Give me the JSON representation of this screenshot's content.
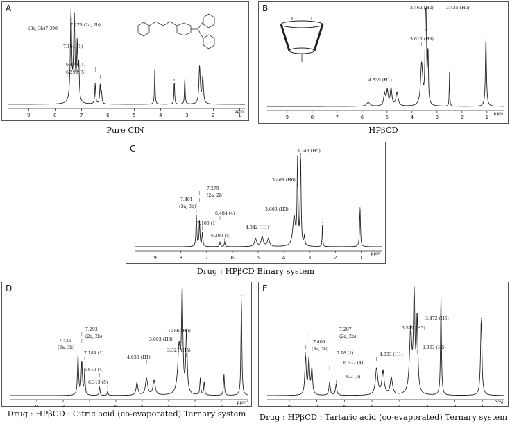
{
  "panels": [
    {
      "letter": "A",
      "caption": "Pure CIN",
      "x_ticks": [
        "9",
        "8",
        "7",
        "6",
        "5",
        "4",
        "3",
        "2",
        "1"
      ],
      "x_unit": "ppm",
      "peaks": [
        {
          "ppm": 7.398,
          "height": 0.97,
          "width": 0.03
        },
        {
          "ppm": 7.273,
          "height": 0.93,
          "width": 0.03
        },
        {
          "ppm": 7.161,
          "height": 0.6,
          "width": 0.025
        },
        {
          "ppm": 7.1,
          "height": 0.35,
          "width": 0.02
        },
        {
          "ppm": 6.479,
          "height": 0.22,
          "width": 0.02
        },
        {
          "ppm": 6.293,
          "height": 0.2,
          "width": 0.02
        },
        {
          "ppm": 6.24,
          "height": 0.12,
          "width": 0.02
        },
        {
          "ppm": 4.22,
          "height": 0.37,
          "width": 0.015
        },
        {
          "ppm": 3.48,
          "height": 0.26,
          "width": 0.015
        },
        {
          "ppm": 3.08,
          "height": 0.3,
          "width": 0.015
        },
        {
          "ppm": 2.52,
          "height": 0.4,
          "width": 0.03
        },
        {
          "ppm": 2.4,
          "height": 0.28,
          "width": 0.03
        }
      ],
      "annotations": [
        {
          "text": "(3a, 3b)7.398",
          "ppm": 7.398
        },
        {
          "text": "7.273 (2a, 2b)",
          "ppm": 7.273
        },
        {
          "text": "7.161 (1)",
          "ppm": 7.161
        },
        {
          "text": "6.479 (4)",
          "ppm": 6.479
        },
        {
          "text": "6.293 (5)",
          "ppm": 6.293
        }
      ]
    },
    {
      "letter": "B",
      "caption": "HPβCD",
      "x_ticks": [
        "9",
        "8",
        "7",
        "6",
        "5",
        "4",
        "3",
        "2",
        "1"
      ],
      "x_unit": "ppm",
      "peaks": [
        {
          "ppm": 5.75,
          "height": 0.04,
          "width": 0.08
        },
        {
          "ppm": 5.1,
          "height": 0.13,
          "width": 0.04
        },
        {
          "ppm": 4.99,
          "height": 0.16,
          "width": 0.04
        },
        {
          "ppm": 4.839,
          "height": 0.18,
          "width": 0.04
        },
        {
          "ppm": 4.6,
          "height": 0.14,
          "width": 0.05
        },
        {
          "ppm": 3.615,
          "height": 0.44,
          "width": 0.05
        },
        {
          "ppm": 3.462,
          "height": 0.86,
          "width": 0.02
        },
        {
          "ppm": 3.435,
          "height": 0.8,
          "width": 0.02
        },
        {
          "ppm": 3.36,
          "height": 0.55,
          "width": 0.02
        },
        {
          "ppm": 2.5,
          "height": 0.36,
          "width": 0.012
        },
        {
          "ppm": 1.04,
          "height": 0.72,
          "width": 0.025
        }
      ],
      "annotations": [
        {
          "text": "3.462 (H2)",
          "ppm": 3.462
        },
        {
          "text": "3.435 (H5)",
          "ppm": 3.435
        },
        {
          "text": "3.615 (H3)",
          "ppm": 3.615
        },
        {
          "text": "4.839 (H1)",
          "ppm": 4.839
        }
      ]
    },
    {
      "letter": "C",
      "caption": "Drug : HPβCD Binary system",
      "x_ticks": [
        "9",
        "8",
        "7",
        "6",
        "5",
        "4",
        "3",
        "2",
        "1"
      ],
      "x_unit": "ppm",
      "peaks": [
        {
          "ppm": 7.401,
          "height": 0.32,
          "width": 0.02
        },
        {
          "ppm": 7.279,
          "height": 0.26,
          "width": 0.02
        },
        {
          "ppm": 7.165,
          "height": 0.14,
          "width": 0.02
        },
        {
          "ppm": 6.484,
          "height": 0.05,
          "width": 0.02
        },
        {
          "ppm": 6.299,
          "height": 0.05,
          "width": 0.02
        },
        {
          "ppm": 5.1,
          "height": 0.08,
          "width": 0.05
        },
        {
          "ppm": 4.842,
          "height": 0.1,
          "width": 0.05
        },
        {
          "ppm": 4.6,
          "height": 0.08,
          "width": 0.05
        },
        {
          "ppm": 3.603,
          "height": 0.3,
          "width": 0.06
        },
        {
          "ppm": 3.468,
          "height": 0.9,
          "width": 0.02
        },
        {
          "ppm": 3.348,
          "height": 0.96,
          "width": 0.02
        },
        {
          "ppm": 3.2,
          "height": 0.1,
          "width": 0.02
        },
        {
          "ppm": 2.5,
          "height": 0.25,
          "width": 0.012
        },
        {
          "ppm": 1.04,
          "height": 0.4,
          "width": 0.02
        }
      ],
      "annotations": [
        {
          "text": "7.401",
          "ppm": 7.401
        },
        {
          "text": "(3a, 3b)",
          "ppm": 7.401
        },
        {
          "text": "7.279",
          "ppm": 7.279
        },
        {
          "text": "(2a, 2b)",
          "ppm": 7.279
        },
        {
          "text": "7.165 (1)",
          "ppm": 7.165
        },
        {
          "text": "6.484 (4)",
          "ppm": 6.484
        },
        {
          "text": "6.299 (5)",
          "ppm": 6.299
        },
        {
          "text": "4.842 (H1)",
          "ppm": 4.842
        },
        {
          "text": "3.603 (H3)",
          "ppm": 3.603
        },
        {
          "text": "3.468 (H6)",
          "ppm": 3.468
        },
        {
          "text": "3.348 (H5)",
          "ppm": 3.348
        }
      ]
    },
    {
      "letter": "D",
      "caption": "Drug : HPβCD : Citric acid (co-evaporated) Ternary system",
      "x_ticks": [
        "9",
        "8",
        "7",
        "6",
        "5",
        "4",
        "3",
        "2",
        "1"
      ],
      "x_unit": "ppm",
      "peaks": [
        {
          "ppm": 7.436,
          "height": 0.38,
          "width": 0.025
        },
        {
          "ppm": 7.293,
          "height": 0.32,
          "width": 0.025
        },
        {
          "ppm": 7.184,
          "height": 0.22,
          "width": 0.02
        },
        {
          "ppm": 6.619,
          "height": 0.08,
          "width": 0.02
        },
        {
          "ppm": 6.313,
          "height": 0.04,
          "width": 0.02
        },
        {
          "ppm": 5.2,
          "height": 0.12,
          "width": 0.04
        },
        {
          "ppm": 4.838,
          "height": 0.16,
          "width": 0.05
        },
        {
          "ppm": 4.55,
          "height": 0.14,
          "width": 0.05
        },
        {
          "ppm": 3.603,
          "height": 0.45,
          "width": 0.06
        },
        {
          "ppm": 3.486,
          "height": 0.95,
          "width": 0.03
        },
        {
          "ppm": 3.321,
          "height": 0.6,
          "width": 0.03
        },
        {
          "ppm": 2.8,
          "height": 0.16,
          "width": 0.02
        },
        {
          "ppm": 2.65,
          "height": 0.13,
          "width": 0.02
        },
        {
          "ppm": 1.9,
          "height": 0.2,
          "width": 0.02
        },
        {
          "ppm": 1.24,
          "height": 0.95,
          "width": 0.02
        }
      ],
      "annotations": [
        {
          "text": "7.436",
          "ppm": 7.436
        },
        {
          "text": "(3a, 3b)",
          "ppm": 7.436
        },
        {
          "text": "7.293",
          "ppm": 7.293
        },
        {
          "text": "(2a, 2b)",
          "ppm": 7.293
        },
        {
          "text": "7.184 (1)",
          "ppm": 7.184
        },
        {
          "text": "6.619 (4)",
          "ppm": 6.619
        },
        {
          "text": "6.313 (5)",
          "ppm": 6.313
        },
        {
          "text": "4.838 (H1)",
          "ppm": 4.838
        },
        {
          "text": "3.603 (H3)",
          "ppm": 3.603
        },
        {
          "text": "3.486 (H6)",
          "ppm": 3.486
        },
        {
          "text": "3.321 (H5)",
          "ppm": 3.321
        }
      ]
    },
    {
      "letter": "E",
      "caption": "Drug : HPβCD : Tartaric acid (co-evaporated) Ternary system",
      "x_ticks": [
        "8",
        "7",
        "6",
        "5",
        "4",
        "3",
        "2",
        "1"
      ],
      "x_unit": "PPM",
      "peaks": [
        {
          "ppm": 7.409,
          "height": 0.36,
          "width": 0.03
        },
        {
          "ppm": 7.287,
          "height": 0.33,
          "width": 0.03
        },
        {
          "ppm": 7.18,
          "height": 0.24,
          "width": 0.03
        },
        {
          "ppm": 6.537,
          "height": 0.12,
          "width": 0.03
        },
        {
          "ppm": 6.3,
          "height": 0.1,
          "width": 0.03
        },
        {
          "ppm": 4.833,
          "height": 0.25,
          "width": 0.05
        },
        {
          "ppm": 4.6,
          "height": 0.22,
          "width": 0.05
        },
        {
          "ppm": 4.3,
          "height": 0.16,
          "width": 0.05
        },
        {
          "ppm": 3.599,
          "height": 0.6,
          "width": 0.05
        },
        {
          "ppm": 3.472,
          "height": 0.98,
          "width": 0.03
        },
        {
          "ppm": 3.363,
          "height": 0.7,
          "width": 0.03
        },
        {
          "ppm": 2.5,
          "height": 0.95,
          "width": 0.02
        },
        {
          "ppm": 1.04,
          "height": 0.72,
          "width": 0.03
        }
      ],
      "annotations": [
        {
          "text": "7.409",
          "ppm": 7.409
        },
        {
          "text": "(3a, 3b)",
          "ppm": 7.409
        },
        {
          "text": "7.287",
          "ppm": 7.287
        },
        {
          "text": "(2a, 2b)",
          "ppm": 7.287
        },
        {
          "text": "7.18 (1)",
          "ppm": 7.18
        },
        {
          "text": "6.537 (4)",
          "ppm": 6.537
        },
        {
          "text": "6.3 (5)",
          "ppm": 6.3
        },
        {
          "text": "4.833 (H1)",
          "ppm": 4.833
        },
        {
          "text": "3.599 (H3)",
          "ppm": 3.599
        },
        {
          "text": "3.472 (H6)",
          "ppm": 3.472
        },
        {
          "text": "3.363 (H5)",
          "ppm": 3.363
        }
      ]
    }
  ],
  "chart_data": [
    {
      "type": "line",
      "panel": "A",
      "title": "",
      "xlabel": "ppm",
      "ylabel": "",
      "xlim": [
        9.8,
        0.8
      ],
      "grid": false,
      "x_ticks": [
        9,
        8,
        7,
        6,
        5,
        4,
        3,
        2,
        1
      ],
      "labeled_peaks": [
        7.398,
        7.273,
        7.161,
        6.479,
        6.293
      ]
    },
    {
      "type": "line",
      "panel": "B",
      "title": "",
      "xlabel": "ppm",
      "ylabel": "",
      "xlim": [
        9.8,
        0.3
      ],
      "grid": false,
      "x_ticks": [
        9,
        8,
        7,
        6,
        5,
        4,
        3,
        2,
        1
      ],
      "labeled_peaks": [
        3.462,
        3.435,
        3.615,
        4.839
      ]
    },
    {
      "type": "line",
      "panel": "C",
      "title": "",
      "xlabel": "ppm",
      "ylabel": "",
      "xlim": [
        9.8,
        0.2
      ],
      "grid": false,
      "x_ticks": [
        9,
        8,
        7,
        6,
        5,
        4,
        3,
        2,
        1
      ],
      "labeled_peaks": [
        7.401,
        7.279,
        7.165,
        6.484,
        6.299,
        4.842,
        3.603,
        3.468,
        3.348
      ]
    },
    {
      "type": "line",
      "panel": "D",
      "title": "",
      "xlabel": "ppm",
      "ylabel": "",
      "xlim": [
        10.0,
        1.0
      ],
      "grid": false,
      "x_ticks": [
        9,
        8,
        7,
        6,
        5,
        4,
        3,
        2,
        1
      ],
      "labeled_peaks": [
        7.436,
        7.293,
        7.184,
        6.619,
        6.313,
        4.838,
        3.603,
        3.486,
        3.321
      ]
    },
    {
      "type": "line",
      "panel": "E",
      "title": "",
      "xlabel": "PPM",
      "ylabel": "",
      "xlim": [
        8.8,
        0.2
      ],
      "grid": false,
      "x_ticks": [
        8,
        7,
        6,
        5,
        4,
        3,
        2,
        1
      ],
      "labeled_peaks": [
        7.409,
        7.287,
        7.18,
        6.537,
        6.3,
        4.833,
        3.599,
        3.472,
        3.363
      ]
    }
  ],
  "colors": {
    "spectrum": "#222222",
    "frame": "#555555",
    "background": "#ffffff"
  }
}
